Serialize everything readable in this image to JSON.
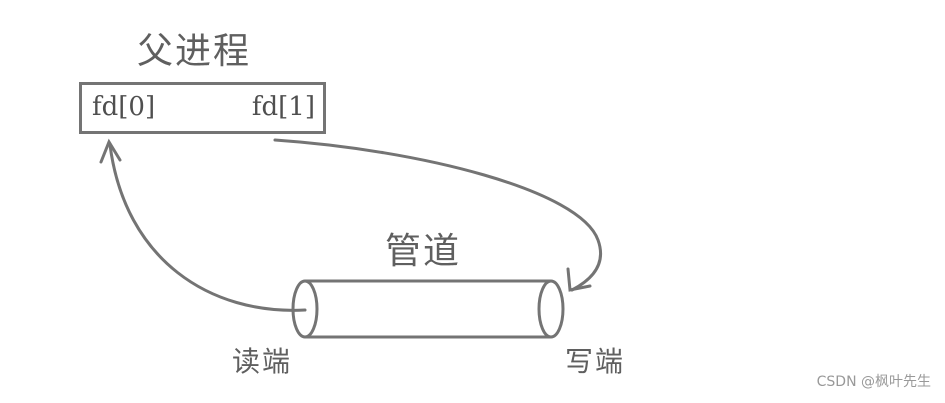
{
  "parent_process": {
    "title": "父进程",
    "fd_read": "fd[0]",
    "fd_write": "fd[1]"
  },
  "pipe": {
    "label": "管道",
    "read_end": "读端",
    "write_end": "写端"
  },
  "watermark": "CSDN @枫叶先生",
  "colors": {
    "stroke": "#747474",
    "text": "#5f5f5f",
    "watermark": "#999999"
  }
}
